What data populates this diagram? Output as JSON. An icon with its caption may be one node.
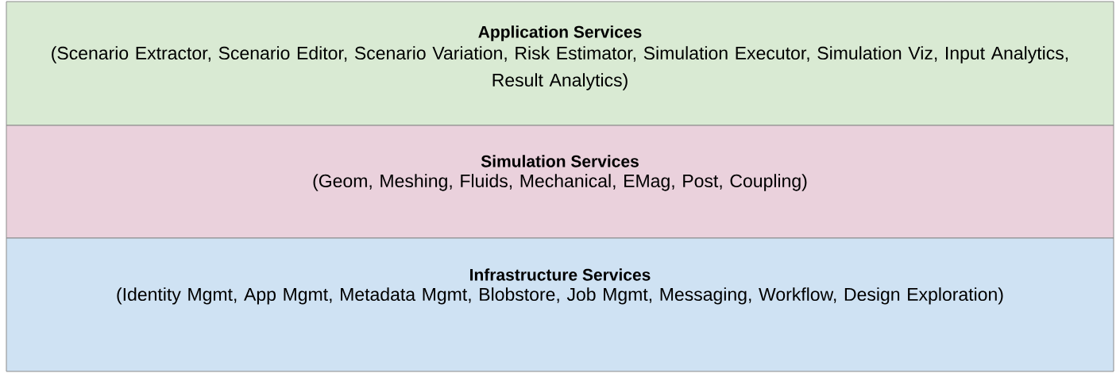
{
  "diagram": {
    "nodes": [
      {
        "text": [
          "Application Services",
          "(Scenario Extractor, Scenario Editor, Scenario Variation, Risk Estimator, Simulation Executor, Simulation Viz, Input Analytics, Result Analytics)"
        ]
      },
      {
        "text": [
          "Simulation Services",
          "(Geom, Meshing, Fluids, Mechanical, EMag, Post, Coupling)"
        ]
      },
      {
        "text": [
          "Infrastructure Services",
          "(Identity Mgmt, App Mgmt, Metadata Mgmt, Blobstore, Job Mgmt, Messaging, Workflow, Design Exploration)"
        ]
      }
    ]
  }
}
